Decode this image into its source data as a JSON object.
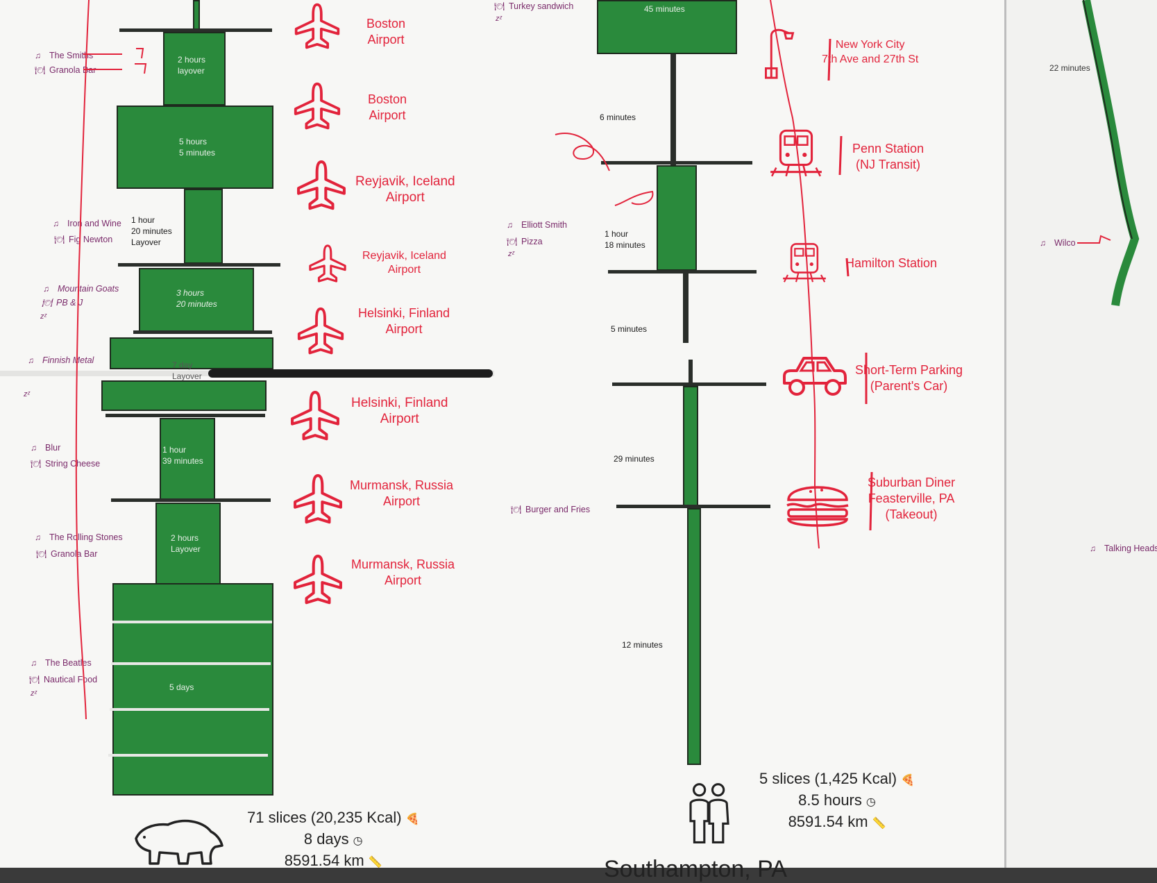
{
  "left_sheet": {
    "stops": [
      {
        "name": "Boston\nAirport"
      },
      {
        "name": "Boston\nAirport"
      },
      {
        "name": "Reyjavik, Iceland\nAirport"
      },
      {
        "name": "Reyjavik, Iceland\nAirport"
      },
      {
        "name": "Helsinki, Finland\nAirport"
      },
      {
        "name": "Helsinki, Finland\nAirport"
      },
      {
        "name": "Murmansk, Russia\nAirport"
      },
      {
        "name": "Murmansk, Russia\nAirport"
      }
    ],
    "durations": [
      "2 hours\nlayover",
      "5 hours\n5 minutes",
      "1 hour\n20 minutes\nLayover",
      "3 hours\n20 minutes",
      "7 day\nLayover",
      "1 hour\n39 minutes",
      "2 hours\nLayover",
      "5 days"
    ],
    "notes": {
      "music_1": "The Smiths",
      "food_1": "Granola Bar",
      "music_2": "Iron and Wine",
      "food_2": "Fig Newton",
      "music_3": "Mountain Goats",
      "food_3": "PB & J",
      "music_4": "Finnish Metal",
      "music_5": "Blur",
      "food_5": "String Cheese",
      "music_6": "The Rolling Stones",
      "food_6": "Granola Bar",
      "music_7": "The Beatles",
      "food_7": "Nautical Food"
    },
    "stats": {
      "slices": "71 slices (20,235 Kcal)",
      "time": "8 days",
      "distance": "8591.54 km"
    }
  },
  "right_sheet": {
    "stops": [
      {
        "name": "New York City\n7th Ave and 27th St"
      },
      {
        "name": "Penn Station\n(NJ Transit)"
      },
      {
        "name": "Hamilton Station"
      },
      {
        "name": "Short-Term Parking\n(Parent's Car)"
      },
      {
        "name": "Suburban Diner\nFeasterville, PA\n(Takeout)"
      }
    ],
    "durations": [
      "45 minutes",
      "6 minutes",
      "1 hour\n18 minutes",
      "5 minutes",
      "29 minutes",
      "12 minutes"
    ],
    "notes": {
      "food_top": "Turkey sandwich",
      "music_1": "Elliott Smith",
      "food_1": "Pizza",
      "food_2": "Burger and Fries"
    },
    "stats": {
      "slices": "5 slices (1,425 Kcal)",
      "time": "8.5 hours",
      "distance": "8591.54 km"
    },
    "bottom_label": "Southampton, PA"
  },
  "far_right_sheet": {
    "durations": [
      "22 minutes"
    ],
    "notes": {
      "music_1": "Wilco",
      "music_2": "Talking Heads"
    }
  },
  "icons": {
    "music": "music-note-icon",
    "food": "food-icon",
    "sleep": "sleep-icon",
    "plane": "airplane-icon",
    "train": "train-icon",
    "lamp": "streetlamp-icon",
    "car": "car-icon",
    "burger": "burger-icon",
    "bear": "polar-bear-icon",
    "couple": "people-icon",
    "pizza": "pizza-icon",
    "clock": "clock-icon",
    "ruler": "ruler-icon"
  },
  "colors": {
    "route_green": "#2a8a3c",
    "label_red": "#e2233b",
    "note_purple": "#7a2a6a",
    "paper": "#f7f7f5"
  }
}
